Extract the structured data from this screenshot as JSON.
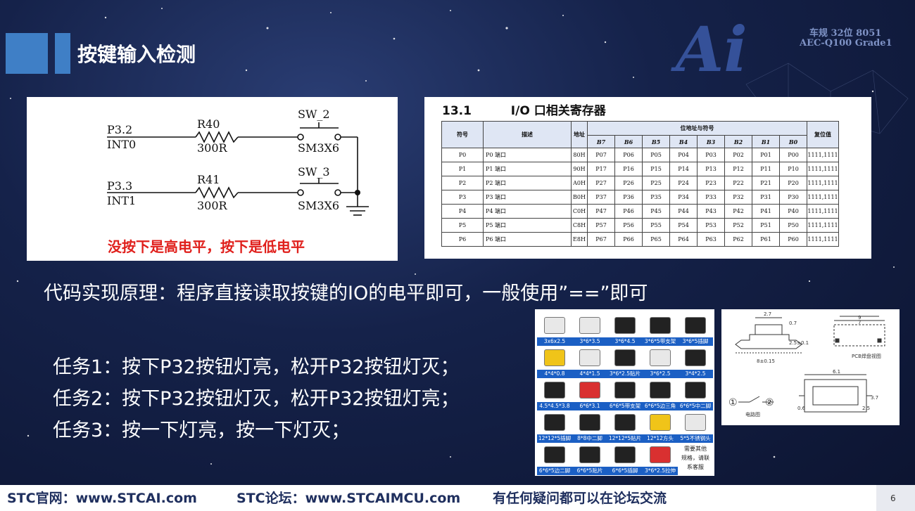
{
  "header": {
    "title": "按键输入检测"
  },
  "logo": {
    "mark": "Ai",
    "line1": "车规 32位 8051",
    "line2": "AEC-Q100 Grade1"
  },
  "circuit": {
    "pin1": "P3.2",
    "pin1_alt": "INT0",
    "res1": "R40",
    "res1_val": "300R",
    "sw1": "SW_2",
    "sw1_model": "SM3X6",
    "pin2": "P3.3",
    "pin2_alt": "INT1",
    "res2": "R41",
    "res2_val": "300R",
    "sw2": "SW_3",
    "sw2_model": "SM3X6",
    "note": "没按下是高电平，按下是低电平"
  },
  "register": {
    "section": "13.1",
    "title": "I/O 口相关寄存器",
    "headers": {
      "symbol": "符号",
      "desc": "描述",
      "addr": "地址",
      "bits": "位地址与符号",
      "reset": "复位值"
    },
    "bit_headers": [
      "B7",
      "B6",
      "B5",
      "B4",
      "B3",
      "B2",
      "B1",
      "B0"
    ],
    "rows": [
      {
        "sym": "P0",
        "desc": "P0 端口",
        "addr": "80H",
        "bits": [
          "P07",
          "P06",
          "P05",
          "P04",
          "P03",
          "P02",
          "P01",
          "P00"
        ],
        "reset": "1111,1111"
      },
      {
        "sym": "P1",
        "desc": "P1 端口",
        "addr": "90H",
        "bits": [
          "P17",
          "P16",
          "P15",
          "P14",
          "P13",
          "P12",
          "P11",
          "P10"
        ],
        "reset": "1111,1111"
      },
      {
        "sym": "P2",
        "desc": "P2 端口",
        "addr": "A0H",
        "bits": [
          "P27",
          "P26",
          "P25",
          "P24",
          "P23",
          "P22",
          "P21",
          "P20"
        ],
        "reset": "1111,1111"
      },
      {
        "sym": "P3",
        "desc": "P3 端口",
        "addr": "B0H",
        "bits": [
          "P37",
          "P36",
          "P35",
          "P34",
          "P33",
          "P32",
          "P31",
          "P30"
        ],
        "reset": "1111,1111"
      },
      {
        "sym": "P4",
        "desc": "P4 端口",
        "addr": "C0H",
        "bits": [
          "P47",
          "P46",
          "P45",
          "P44",
          "P43",
          "P42",
          "P41",
          "P40"
        ],
        "reset": "1111,1111"
      },
      {
        "sym": "P5",
        "desc": "P5 端口",
        "addr": "C8H",
        "bits": [
          "P57",
          "P56",
          "P55",
          "P54",
          "P53",
          "P52",
          "P51",
          "P50"
        ],
        "reset": "1111,1111"
      },
      {
        "sym": "P6",
        "desc": "P6 端口",
        "addr": "E8H",
        "bits": [
          "P67",
          "P66",
          "P65",
          "P64",
          "P63",
          "P62",
          "P61",
          "P60"
        ],
        "reset": "1111,1111"
      }
    ]
  },
  "principle": "代码实现原理：程序直接读取按键的IO的电平即可，一般使用”==”即可",
  "tasks": [
    "任务1：按下P32按钮灯亮，松开P32按钮灯灭；",
    "任务2：按下P32按钮灯灭，松开P32按钮灯亮；",
    "任务3：按一下灯亮，按一下灯灭；"
  ],
  "parts": {
    "captions": [
      "3x6x2.5",
      "3*6*3.5",
      "3*6*4.5",
      "3*6*5带支架",
      "3*6*5插脚",
      "4*4*0.8",
      "4*4*1.5",
      "3*6*2.5贴片",
      "3*6*2.5",
      "3*4*2.5",
      "4.5*4.5*3.8",
      "6*6*3.1",
      "6*6*5带支架",
      "6*6*5边三角",
      "6*6*5中二脚",
      "12*12*5插脚",
      "8*8中二脚",
      "12*12*5贴片",
      "12*12方头",
      "5*5不锈钢头",
      "6*6*5边二脚",
      "6*6*5贴片",
      "6*6*5插脚",
      "3*6*2.5拉伸",
      ""
    ],
    "more_note": [
      "需要其他",
      "规格，请联",
      "系客服"
    ],
    "colors": {
      "body_black": "#222222",
      "body_white": "#e8e8e8",
      "body_yellow": "#f0c419",
      "body_red": "#d93030",
      "caption_bg": "#1b5fc4"
    }
  },
  "drawing": {
    "dims": [
      "2.7",
      "0.7",
      "2.5±0.1",
      "8±0.15",
      "9",
      "7",
      "6.1",
      "3.7",
      "0.6",
      "2.5"
    ],
    "pcb_label": "PCB焊盘视图",
    "circuit_label": "电路图",
    "node1": "①",
    "node2": "②"
  },
  "footer": {
    "site": "STC官网：www.STCAI.com",
    "forum": "STC论坛：www.STCAIMCU.com",
    "contact": "有任何疑问都可以在论坛交流",
    "page": "6"
  }
}
